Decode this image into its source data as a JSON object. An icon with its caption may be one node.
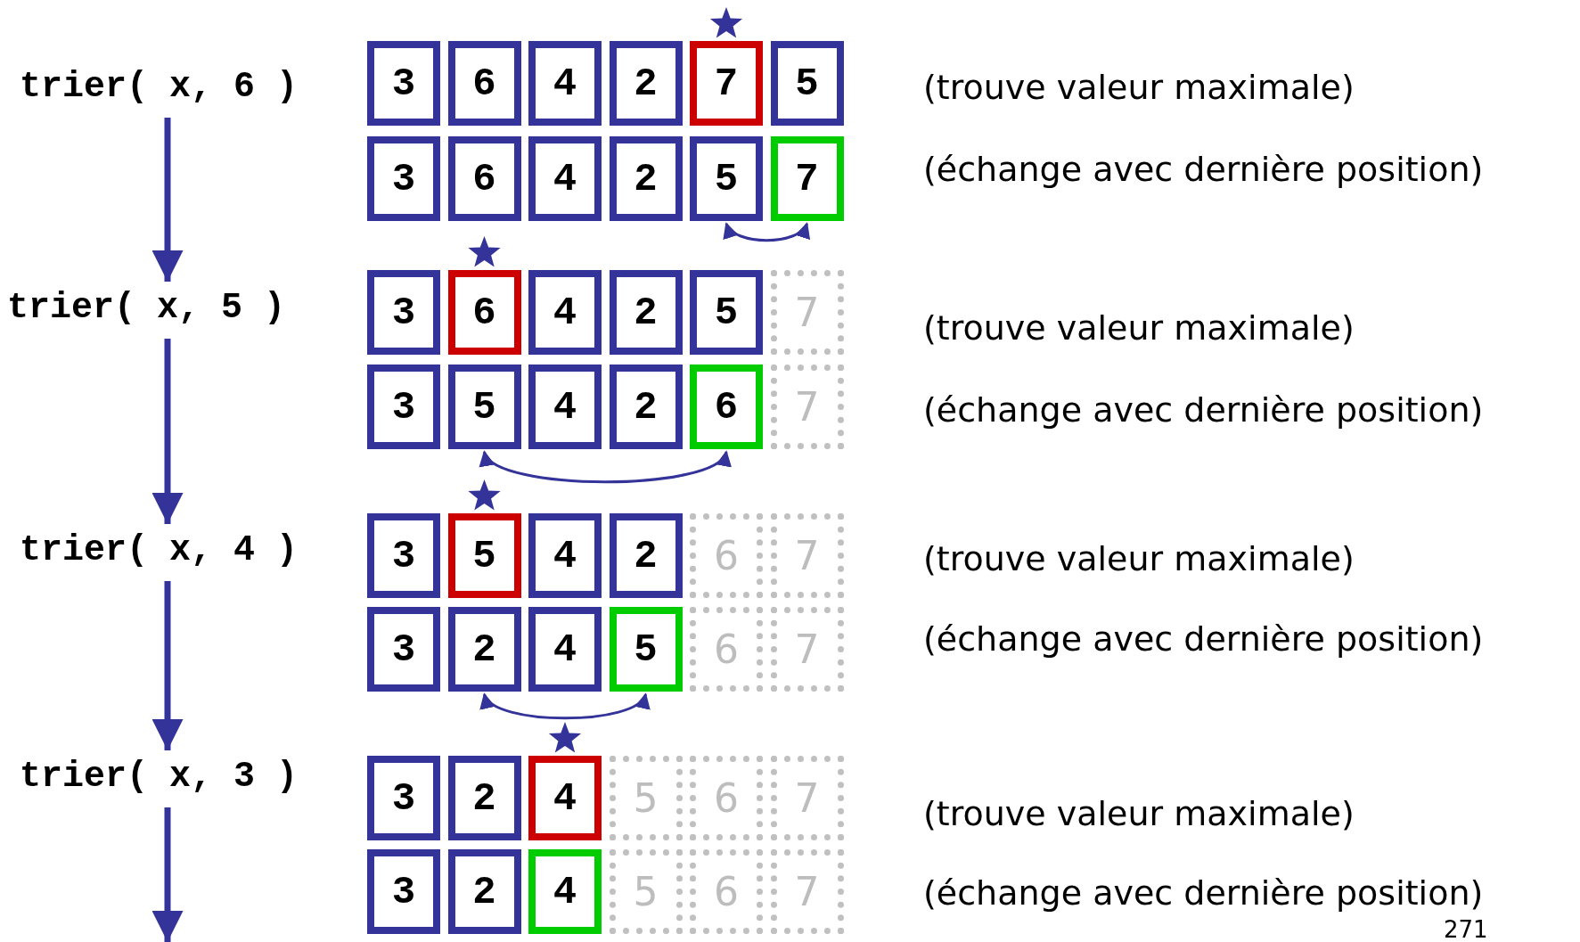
{
  "diagram": {
    "nodes": [
      {
        "text": [
          "trier( x, 6 )"
        ]
      },
      {
        "text": [
          "3"
        ]
      },
      {
        "text": [
          "6"
        ]
      },
      {
        "text": [
          "4"
        ]
      },
      {
        "text": [
          "2"
        ]
      },
      {
        "text": [
          "7"
        ]
      },
      {
        "text": [
          "5"
        ]
      },
      {
        "text": [
          "3"
        ]
      },
      {
        "text": [
          "6"
        ]
      },
      {
        "text": [
          "4"
        ]
      },
      {
        "text": [
          "2"
        ]
      },
      {
        "text": [
          "5"
        ]
      },
      {
        "text": [
          "7"
        ]
      },
      {
        "text": [
          "trier( x, 5 )"
        ]
      },
      {
        "text": [
          "3"
        ]
      },
      {
        "text": [
          "6"
        ]
      },
      {
        "text": [
          "4"
        ]
      },
      {
        "text": [
          "2"
        ]
      },
      {
        "text": [
          "5"
        ]
      },
      {
        "text": [
          "7"
        ]
      },
      {
        "text": [
          "3"
        ]
      },
      {
        "text": [
          "5"
        ]
      },
      {
        "text": [
          "4"
        ]
      },
      {
        "text": [
          "2"
        ]
      },
      {
        "text": [
          "6"
        ]
      },
      {
        "text": [
          "7"
        ]
      },
      {
        "text": [
          "trier( x, 4 )"
        ]
      },
      {
        "text": [
          "3"
        ]
      },
      {
        "text": [
          "5"
        ]
      },
      {
        "text": [
          "4"
        ]
      },
      {
        "text": [
          "2"
        ]
      },
      {
        "text": [
          "6"
        ]
      },
      {
        "text": [
          "7"
        ]
      },
      {
        "text": [
          "3"
        ]
      },
      {
        "text": [
          "2"
        ]
      },
      {
        "text": [
          "4"
        ]
      },
      {
        "text": [
          "5"
        ]
      },
      {
        "text": [
          "6"
        ]
      },
      {
        "text": [
          "7"
        ]
      },
      {
        "text": [
          "trier( x, 3 )"
        ]
      },
      {
        "text": [
          "3"
        ]
      },
      {
        "text": [
          "2"
        ]
      },
      {
        "text": [
          "4"
        ]
      },
      {
        "text": [
          "5"
        ]
      },
      {
        "text": [
          "6"
        ]
      },
      {
        "text": [
          "7"
        ]
      },
      {
        "text": [
          "3"
        ]
      },
      {
        "text": [
          "2"
        ]
      },
      {
        "text": [
          "4"
        ]
      },
      {
        "text": [
          "5"
        ]
      },
      {
        "text": [
          "6"
        ]
      },
      {
        "text": [
          "7"
        ]
      }
    ],
    "edges": [
      {
        "from": 0,
        "to": 13,
        "arrow": "to"
      },
      {
        "from": 13,
        "to": 26,
        "arrow": "to"
      },
      {
        "from": 26,
        "to": 39,
        "arrow": "to"
      },
      {
        "from": 39,
        "to": null,
        "arrow": "to"
      },
      {
        "from": 11,
        "to": 12,
        "arrow": "both"
      },
      {
        "from": 21,
        "to": 24,
        "arrow": "both"
      },
      {
        "from": 34,
        "to": 36,
        "arrow": "both"
      }
    ],
    "labels": [
      "(trouve valeur maximale)",
      "(échange avec dernière position)",
      "(trouve valeur maximale)",
      "(échange avec dernière position)",
      "(trouve valeur maximale)",
      "(échange avec dernière position)",
      "(trouve valeur maximale)",
      "(échange avec dernière position)",
      "271"
    ]
  }
}
